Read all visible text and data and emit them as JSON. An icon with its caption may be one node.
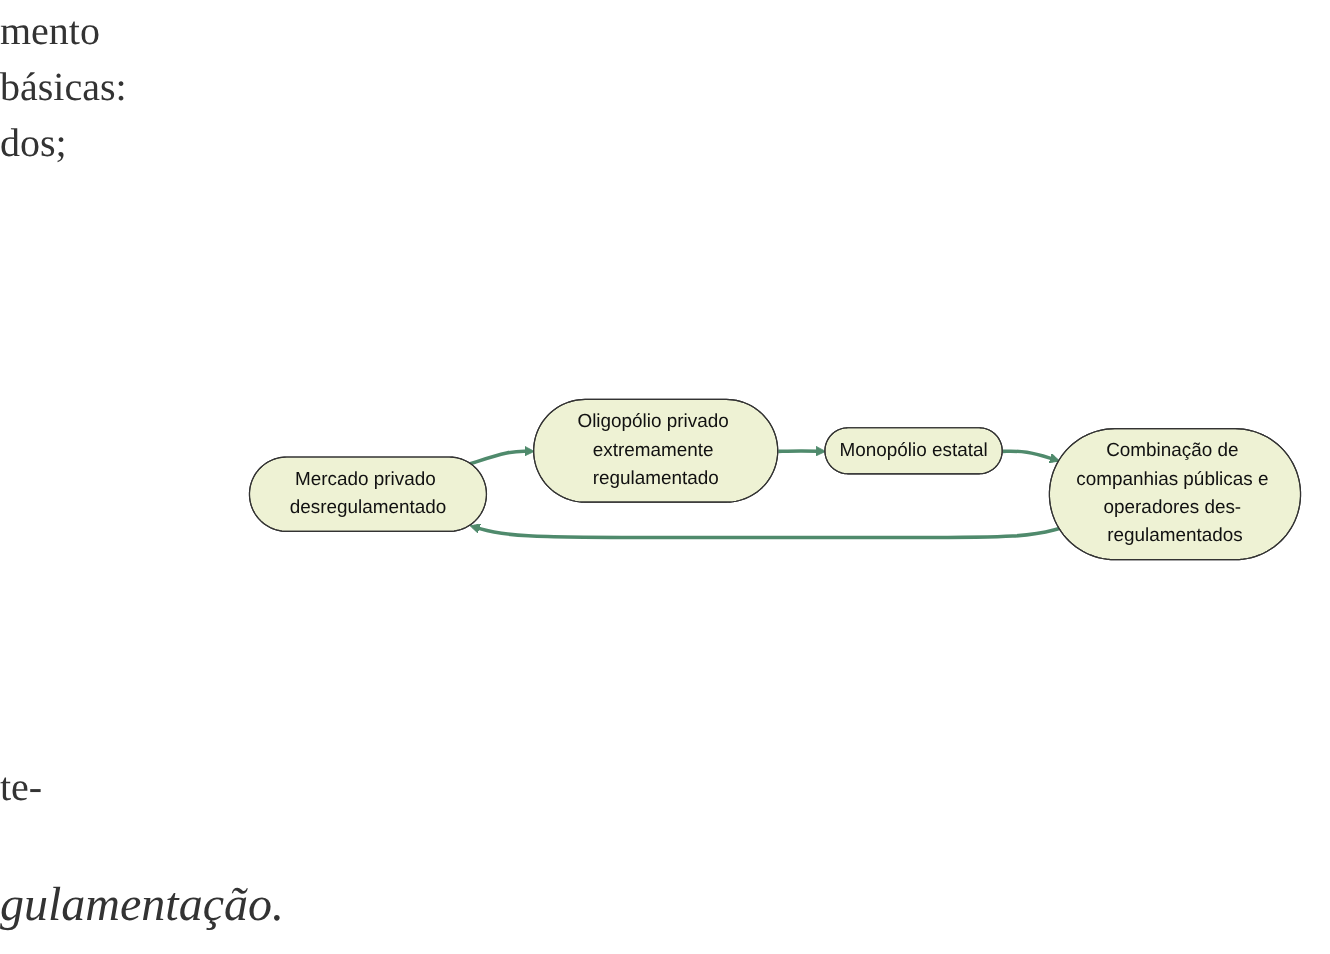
{
  "diagram": {
    "nodes": [
      {
        "text": [
          "Mercado privado desregulamentado"
        ]
      },
      {
        "text": [
          "Oligopólio privado extremamente regulamentado"
        ]
      },
      {
        "text": [
          "Monopólio estatal"
        ]
      },
      {
        "text": [
          "Combinação de companhias públicas e operadores des- regulamentados"
        ]
      }
    ],
    "edges": [
      {
        "from": 0,
        "to": 1,
        "arrow": "to"
      },
      {
        "from": 1,
        "to": 2,
        "arrow": "to"
      },
      {
        "from": 2,
        "to": 3,
        "arrow": "to"
      },
      {
        "from": 3,
        "to": 0,
        "arrow": "to"
      }
    ],
    "labels": [
      "mento",
      "básicas:",
      "dos;",
      "te-",
      "gulamentação."
    ]
  }
}
